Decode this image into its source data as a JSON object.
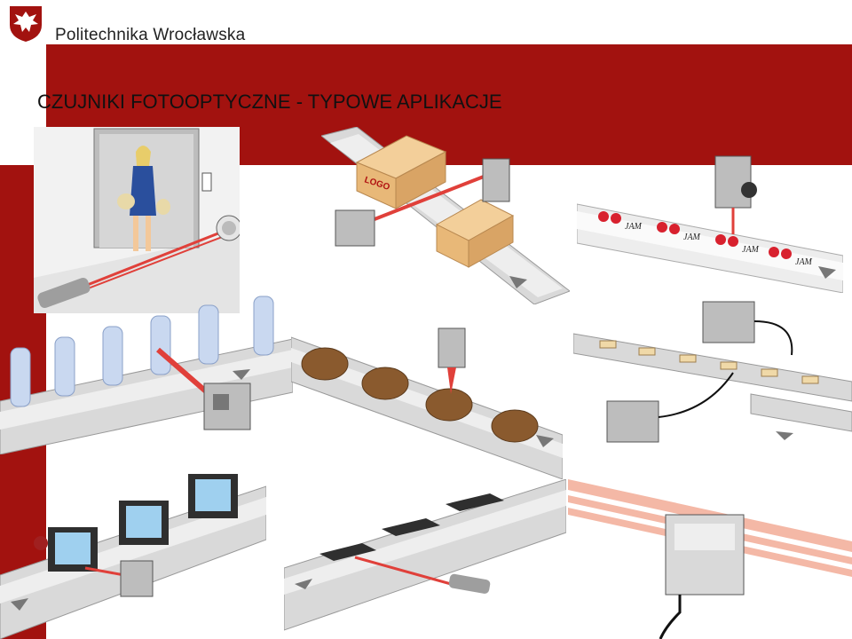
{
  "header": {
    "university_name": "Politechnika Wrocławska",
    "logo_icon": "eagle-shield-icon"
  },
  "slide": {
    "title": "CZUJNIKI FOTOOPTYCZNE - TYPOWE APLIKACJE"
  },
  "panels": {
    "carton": {
      "box_label": "LOGO"
    },
    "jam": {
      "labels": [
        "JAM",
        "JAM",
        "JAM",
        "JAM"
      ]
    }
  },
  "colors": {
    "accent_red": "#a2120f",
    "beam_red": "#e0403a",
    "belt_gray": "#d9d9d9",
    "box_tan": "#e8b878"
  }
}
